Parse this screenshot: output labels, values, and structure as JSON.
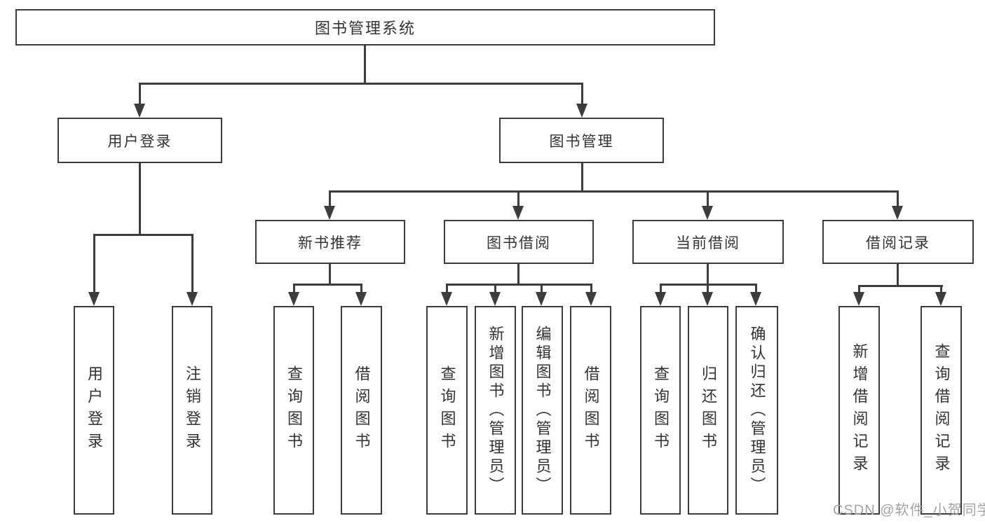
{
  "nodes": {
    "root": "图书管理系统",
    "user_login": "用户登录",
    "book_management": "图书管理",
    "new_book_recommend": "新书推荐",
    "book_borrow": "图书借阅",
    "current_borrow": "当前借阅",
    "borrow_records": "借阅记录",
    "leaf_user_login": "用户登录",
    "leaf_logout": "注销登录",
    "leaf_nbr_query_books": "查询图书",
    "leaf_nbr_borrow_books": "借阅图书",
    "leaf_bb_query_books": "查询图书",
    "leaf_bb_add_books": "新增图书（管理员）",
    "leaf_bb_edit_books": "编辑图书（管理员）",
    "leaf_bb_borrow_books": "借阅图书",
    "leaf_cb_query_books": "查询图书",
    "leaf_cb_return_books": "归还图书",
    "leaf_cb_confirm_return": "确认归还（管理员）",
    "leaf_br_add_record": "新增借阅记录",
    "leaf_br_query_record": "查询借阅记录"
  },
  "watermark": "CSDN @软件_小贺同学",
  "colors": {
    "line": "#3c3c3c",
    "text": "#333333",
    "background": "#ffffff",
    "watermark": "#a3a3a8"
  }
}
